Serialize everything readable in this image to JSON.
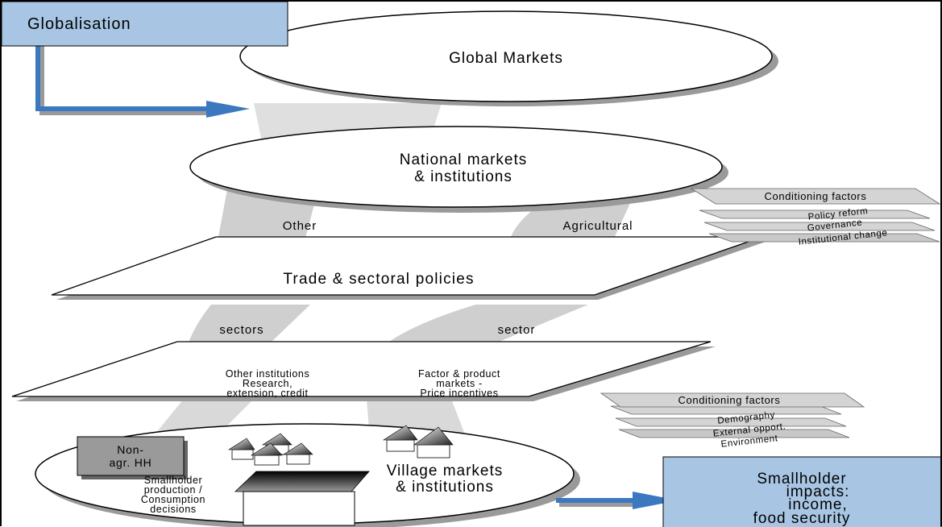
{
  "corner_box": {
    "title": "Globalisation",
    "fill": "#a8c6e4"
  },
  "ellipses": {
    "global": {
      "label": "Global Markets"
    },
    "national": {
      "line1": "National markets",
      "line2": "& institutions"
    },
    "village": {
      "line1": "Village markets",
      "line2": "& institutions"
    }
  },
  "flows": {
    "left_top": "Other",
    "right_top": "Agricultural",
    "left_bottom": "sectors",
    "right_bottom": "sector"
  },
  "planes": {
    "upper": {
      "label": "Trade & sectoral policies"
    },
    "lower": {
      "left_lines": [
        "Other institutions",
        "Research,",
        "extension, credit"
      ],
      "right_lines": [
        "Factor & product",
        "markets -",
        "Price incentives"
      ]
    }
  },
  "conditioning_upper": {
    "title": "Conditioning factors",
    "items": [
      "Policy reform",
      "Governance",
      "Institutional change"
    ]
  },
  "conditioning_lower": {
    "title": "Conditioning factors",
    "items": [
      "Demography",
      "External opport.",
      "Environment"
    ]
  },
  "village_items": {
    "non_agr_line1": "Non-",
    "non_agr_line2": "agr. HH",
    "smallholder_lines": [
      "Smallholder",
      "production /",
      "Consumption",
      "decisions"
    ]
  },
  "impact_box": {
    "lines": [
      "Smallholder",
      "impacts:",
      "income,",
      "food security"
    ],
    "fill": "#a8c6e4"
  },
  "colors": {
    "accent_blue": "#3b78c0",
    "light_blue": "#a8c6e4",
    "gray_flow": "#cfcfcf",
    "shadow": "#9a9a9a"
  }
}
